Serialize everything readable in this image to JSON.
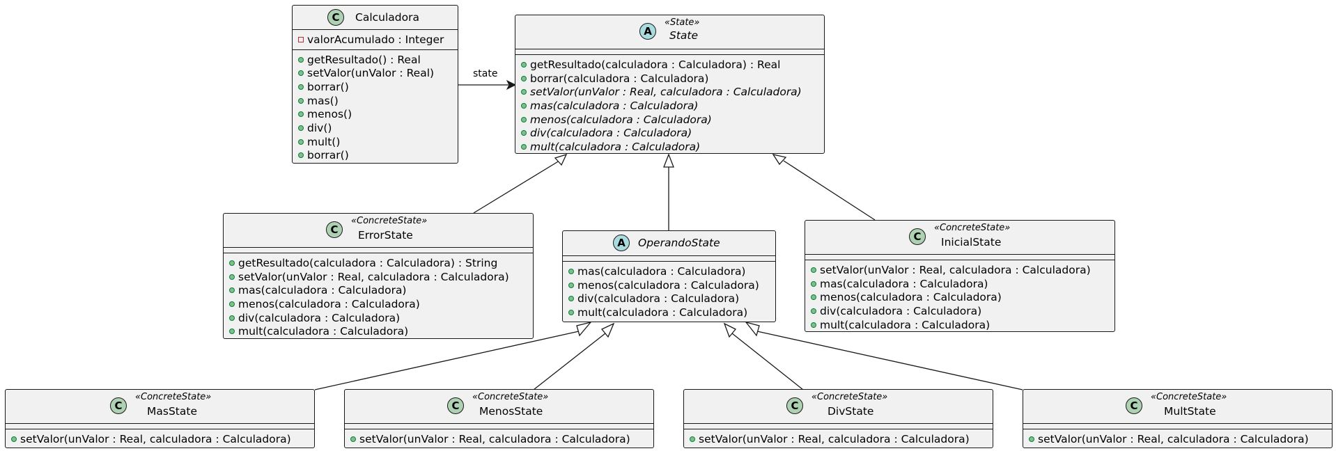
{
  "classes": {
    "calculadora": {
      "name": "Calculadora",
      "kind": "C",
      "stereotype": "",
      "attributes": [
        {
          "vis": "private",
          "text": "valorAcumulado : Integer"
        }
      ],
      "methods": [
        {
          "vis": "public",
          "text": "getResultado() : Real"
        },
        {
          "vis": "public",
          "text": "setValor(unValor : Real)"
        },
        {
          "vis": "public",
          "text": "borrar()"
        },
        {
          "vis": "public",
          "text": "mas()"
        },
        {
          "vis": "public",
          "text": "menos()"
        },
        {
          "vis": "public",
          "text": "div()"
        },
        {
          "vis": "public",
          "text": "mult()"
        },
        {
          "vis": "public",
          "text": "borrar()"
        }
      ]
    },
    "state": {
      "name": "State",
      "kind": "A",
      "stereotype": "«State»",
      "attributes": [],
      "methods": [
        {
          "vis": "public",
          "text": "getResultado(calculadora : Calculadora) : Real",
          "abstract": false
        },
        {
          "vis": "public",
          "text": "borrar(calculadora : Calculadora)",
          "abstract": false
        },
        {
          "vis": "public",
          "text": "setValor(unValor : Real, calculadora : Calculadora)",
          "abstract": true
        },
        {
          "vis": "public",
          "text": "mas(calculadora : Calculadora)",
          "abstract": true
        },
        {
          "vis": "public",
          "text": "menos(calculadora : Calculadora)",
          "abstract": true
        },
        {
          "vis": "public",
          "text": "div(calculadora : Calculadora)",
          "abstract": true
        },
        {
          "vis": "public",
          "text": "mult(calculadora : Calculadora)",
          "abstract": true
        }
      ]
    },
    "error_state": {
      "name": "ErrorState",
      "kind": "C",
      "stereotype": "«ConcreteState»",
      "attributes": [],
      "methods": [
        {
          "vis": "public",
          "text": "getResultado(calculadora : Calculadora) : String"
        },
        {
          "vis": "public",
          "text": "setValor(unValor : Real, calculadora : Calculadora)"
        },
        {
          "vis": "public",
          "text": "mas(calculadora : Calculadora)"
        },
        {
          "vis": "public",
          "text": "menos(calculadora : Calculadora)"
        },
        {
          "vis": "public",
          "text": "div(calculadora : Calculadora)"
        },
        {
          "vis": "public",
          "text": "mult(calculadora : Calculadora)"
        }
      ]
    },
    "operando_state": {
      "name": "OperandoState",
      "kind": "A",
      "stereotype": "",
      "attributes": [],
      "methods": [
        {
          "vis": "public",
          "text": "mas(calculadora : Calculadora)"
        },
        {
          "vis": "public",
          "text": "menos(calculadora : Calculadora)"
        },
        {
          "vis": "public",
          "text": "div(calculadora : Calculadora)"
        },
        {
          "vis": "public",
          "text": "mult(calculadora : Calculadora)"
        }
      ]
    },
    "inicial_state": {
      "name": "InicialState",
      "kind": "C",
      "stereotype": "«ConcreteState»",
      "attributes": [],
      "methods": [
        {
          "vis": "public",
          "text": "setValor(unValor : Real, calculadora : Calculadora)"
        },
        {
          "vis": "public",
          "text": "mas(calculadora : Calculadora)"
        },
        {
          "vis": "public",
          "text": "menos(calculadora : Calculadora)"
        },
        {
          "vis": "public",
          "text": "div(calculadora : Calculadora)"
        },
        {
          "vis": "public",
          "text": "mult(calculadora : Calculadora)"
        }
      ]
    },
    "mas_state": {
      "name": "MasState",
      "kind": "C",
      "stereotype": "«ConcreteState»",
      "attributes": [],
      "methods": [
        {
          "vis": "public",
          "text": "setValor(unValor : Real, calculadora : Calculadora)"
        }
      ]
    },
    "menos_state": {
      "name": "MenosState",
      "kind": "C",
      "stereotype": "«ConcreteState»",
      "attributes": [],
      "methods": [
        {
          "vis": "public",
          "text": "setValor(unValor : Real, calculadora : Calculadora)"
        }
      ]
    },
    "div_state": {
      "name": "DivState",
      "kind": "C",
      "stereotype": "«ConcreteState»",
      "attributes": [],
      "methods": [
        {
          "vis": "public",
          "text": "setValor(unValor : Real, calculadora : Calculadora)"
        }
      ]
    },
    "mult_state": {
      "name": "MultState",
      "kind": "C",
      "stereotype": "«ConcreteState»",
      "attributes": [],
      "methods": [
        {
          "vis": "public",
          "text": "setValor(unValor : Real, calculadora : Calculadora)"
        }
      ]
    }
  },
  "association_label": "state",
  "colors": {
    "class_badge": "#add1b2",
    "abstract_badge": "#a9dcdf",
    "box_fill": "#f1f1f1",
    "line": "#181818"
  }
}
